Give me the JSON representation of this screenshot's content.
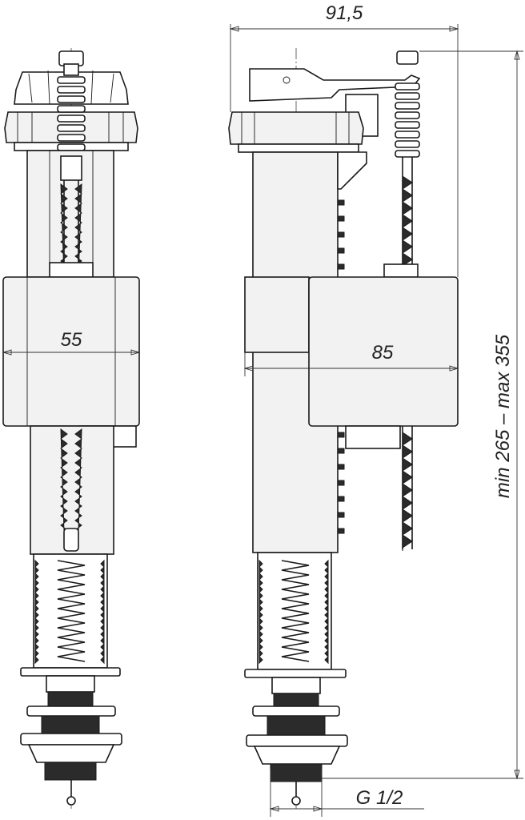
{
  "dimensions": {
    "width_label": "91,5",
    "diameter_left": "55",
    "float_width": "85",
    "height_range": "min 265 – max 355",
    "thread": "G 1/2"
  }
}
